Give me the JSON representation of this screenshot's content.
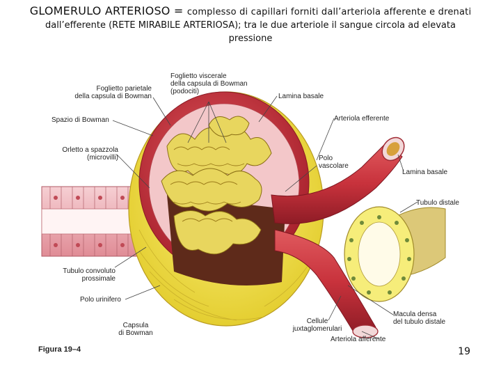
{
  "title": {
    "heading": "GLOMERULO ARTERIOSO",
    "equals": "=",
    "line1_rest": "complesso di capillari forniti dall’arteriola afferente e drenati",
    "line2": "dall’efferente (RETE MIRABILE ARTERIOSA); tra le due arteriole il sangue circola ad elevata",
    "line3": "pressione"
  },
  "labels": {
    "foglietto_viscerale": [
      "Foglietto viscerale",
      "della capsula di Bowman",
      "(podociti)"
    ],
    "foglietto_parietale": [
      "Foglietto parietale",
      "della capsula di Bowman"
    ],
    "lamina_basale_top": "Lamina basale",
    "spazio_bowman": "Spazio di Bowman",
    "arteriola_efferente": "Arteriola efferente",
    "orletto": [
      "Orletto a spazzola",
      "(microvilli)"
    ],
    "polo_vascolare": [
      "Polo",
      "vascolare"
    ],
    "lamina_basale_right": "Lamina basale",
    "tubulo_distale": "Tubulo distale",
    "tubulo_convoluto": [
      "Tubulo convoluto",
      "prossimale"
    ],
    "polo_urinifero": "Polo urinifero",
    "capsula": [
      "Capsula",
      "di Bowman"
    ],
    "macula_densa": [
      "Macula densa",
      "del tubulo distale"
    ],
    "cellule": [
      "Cellule",
      "juxtaglomerulari"
    ],
    "arteriola_afferente": "Arteriola afferente"
  },
  "figure_caption": "Figura 19–4",
  "page_number": "19",
  "colors": {
    "capsule_red": "#c8323c",
    "capillary_yellow": "#e6d25a",
    "yellow_cells": "#f3e64f",
    "tubule_pink": "#e9a6ae",
    "vessel_red": "#d1424a"
  }
}
